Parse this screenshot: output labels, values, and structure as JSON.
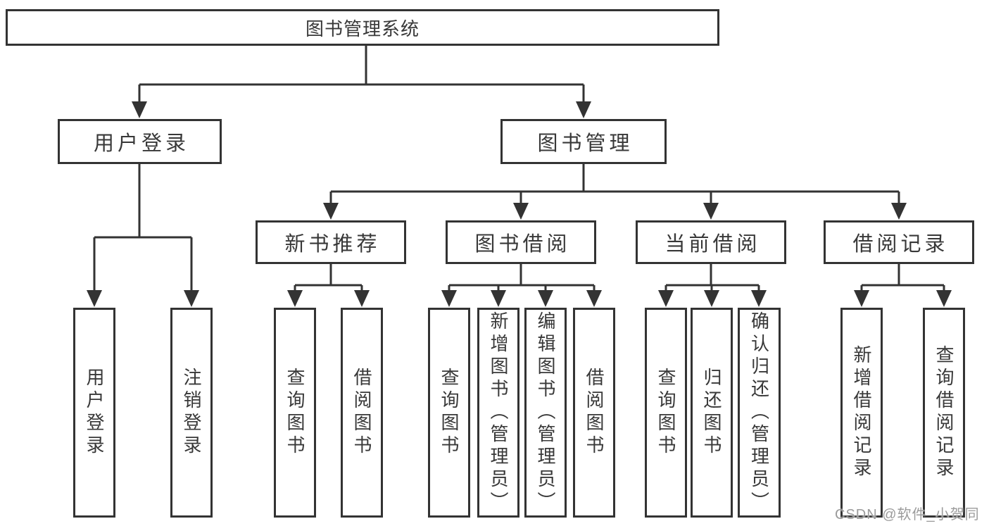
{
  "diagram": {
    "type": "hierarchy-tree",
    "colors": {
      "line": "#333333",
      "box_border": "#333333",
      "box_fill": "#ffffff",
      "text": "#383838",
      "background": "#ffffff",
      "watermark_text_color": "#9b9b9b"
    },
    "tree": {
      "label": "图书管理系统",
      "children": [
        {
          "label": "用户登录",
          "children": [
            {
              "label": "用户登录"
            },
            {
              "label": "注销登录"
            }
          ]
        },
        {
          "label": "图书管理",
          "children": [
            {
              "label": "新书推荐",
              "children": [
                {
                  "label": "查询图书"
                },
                {
                  "label": "借阅图书"
                }
              ]
            },
            {
              "label": "图书借阅",
              "children": [
                {
                  "label": "查询图书"
                },
                {
                  "label": "新增图书（管理员）"
                },
                {
                  "label": "编辑图书（管理员）"
                },
                {
                  "label": "借阅图书"
                }
              ]
            },
            {
              "label": "当前借阅",
              "children": [
                {
                  "label": "查询图书"
                },
                {
                  "label": "归还图书"
                },
                {
                  "label": "确认归还（管理员）"
                }
              ]
            },
            {
              "label": "借阅记录",
              "children": [
                {
                  "label": "新增借阅记录"
                },
                {
                  "label": "查询借阅记录"
                }
              ]
            }
          ]
        }
      ]
    },
    "watermark": "CSDN @软件_小贺同学"
  }
}
